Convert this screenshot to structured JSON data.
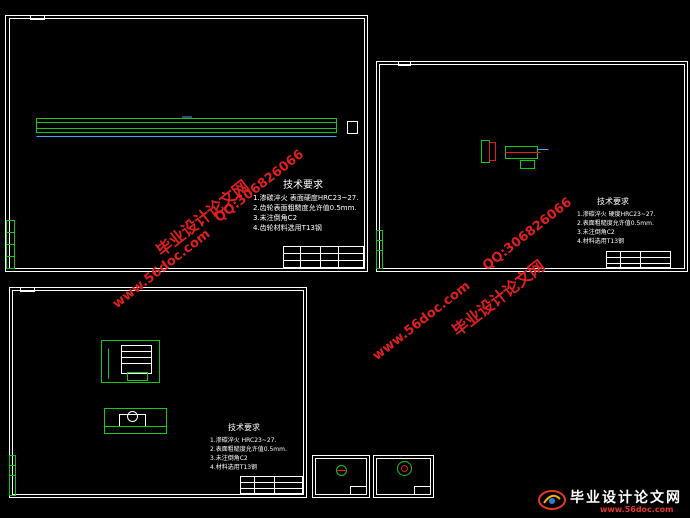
{
  "sheets": {
    "top_left": {
      "title_block": "",
      "requirements_title": "技术要求",
      "requirements": [
        "1.渗碳淬火  表面硬度HRC23~27.",
        "2.齿轮表面粗糙度允许值0.5mm.",
        "3.未注倒角C2",
        "4.齿轮材料选用T13钢"
      ]
    },
    "top_right": {
      "requirements_title": "技术要求",
      "requirements": [
        "1.渗碳淬火  硬度HRC23~27.",
        "2.表面粗糙度允许值0.5mm.",
        "3.未注倒角C2",
        "4.材料选用T13钢"
      ]
    },
    "bottom_left": {
      "requirements_title": "技术要求",
      "requirements": [
        "1.渗碳淬火  HRC23~27.",
        "2.表面粗糙度允许值0.5mm.",
        "3.未注倒角C2",
        "4.材料选用T13钢"
      ]
    }
  },
  "watermarks": {
    "site_cn": "毕业设计论文网",
    "site_url": "www.56doc.com",
    "qq": "QQ:306826066"
  },
  "brand": {
    "name": "毕业设计论文网",
    "url": "www.56doc.com"
  },
  "colors": {
    "background": "#000000",
    "frame": "#ffffff",
    "part": "#19c719",
    "part_accent": "#4aa3ff",
    "watermark": "#e02020"
  }
}
